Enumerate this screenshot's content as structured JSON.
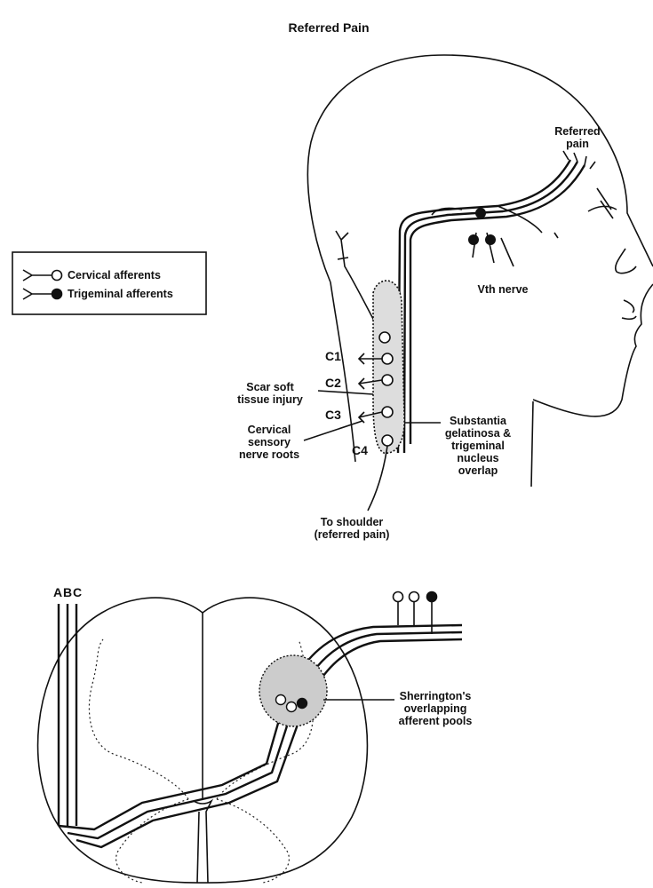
{
  "title": "Referred Pain",
  "legend": {
    "items": [
      {
        "label": "Cervical afferents",
        "marker": "hollow-circle"
      },
      {
        "label": "Trigeminal afferents",
        "marker": "filled-circle"
      }
    ]
  },
  "upper_diagram": {
    "referred_pain_label": [
      "Referred",
      "pain"
    ],
    "vth_nerve_label": "Vth nerve",
    "cervical_levels": [
      "C1",
      "C2",
      "C3",
      "C4"
    ],
    "scar_label": [
      "Scar soft",
      "tissue injury"
    ],
    "cervical_roots_label": [
      "Cervical",
      "sensory",
      "nerve roots"
    ],
    "substantia_label": [
      "Substantia",
      "gelatinosa &",
      "trigeminal",
      "nucleus",
      "overlap"
    ],
    "shoulder_label": [
      "To shoulder",
      "(referred pain)"
    ]
  },
  "lower_diagram": {
    "tract_labels": [
      "A",
      "B",
      "C"
    ],
    "sherrington_label": [
      "Sherrington's",
      "overlapping",
      "afferent pools"
    ]
  },
  "colors": {
    "ink": "#111111",
    "background": "#ffffff"
  }
}
